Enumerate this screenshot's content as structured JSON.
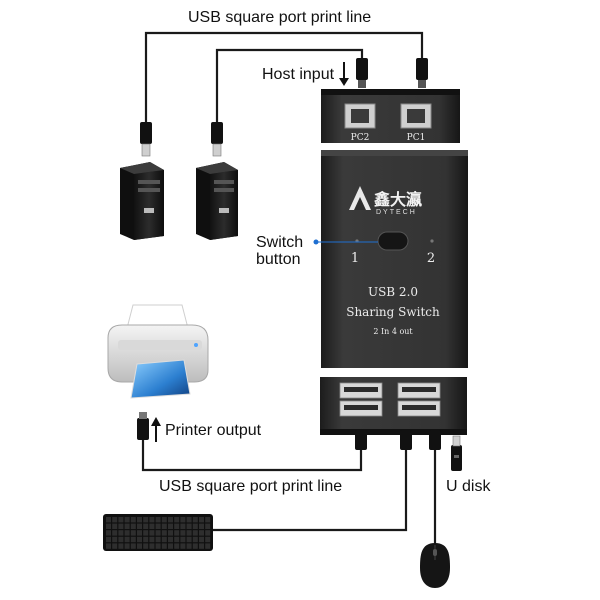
{
  "labels": {
    "top_cable": "USB square port print line",
    "host_input": "Host input",
    "switch_button": "Switch\nbutton",
    "printer_output": "Printer output",
    "bottom_cable": "USB square port print line",
    "u_disk": "U disk"
  },
  "device": {
    "port_pc2": "PC2",
    "port_pc1": "PC1",
    "brand_cn": "鑫大瀛",
    "brand_en": "DYTECH",
    "indicator_1": "1",
    "indicator_2": "2",
    "line1": "USB 2.0",
    "line2": "Sharing Switch",
    "line3": "2 In 4 out"
  },
  "colors": {
    "device_body": "#2b2b2b",
    "cable": "#1a1a1a",
    "pointer_blue": "#1e6fd1"
  }
}
